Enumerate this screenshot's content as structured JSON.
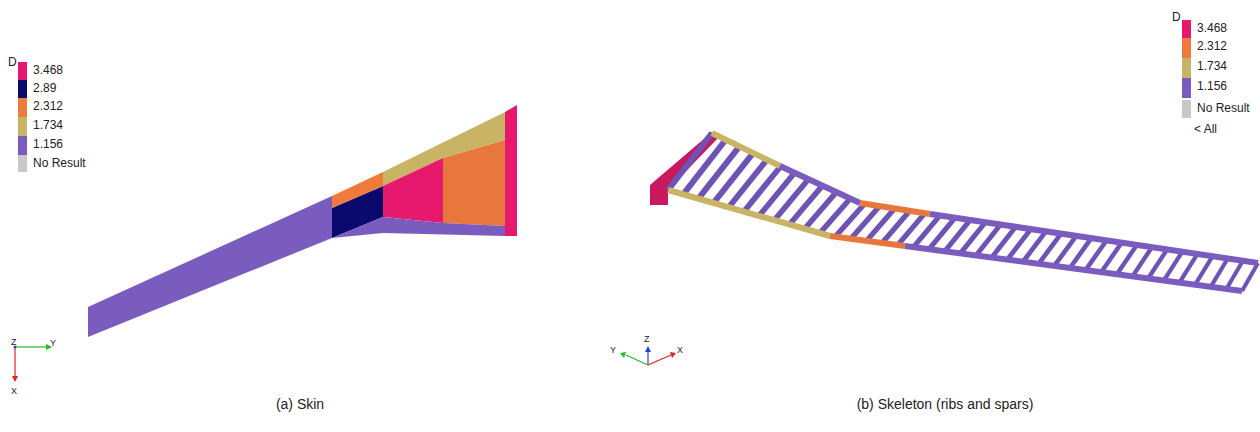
{
  "diagram": {
    "labels": [
      "D",
      "Z",
      "Y",
      "X",
      "(a) Skin",
      "D",
      "< All",
      "Y",
      "Z",
      "X",
      "(b) Skeleton (ribs and spars)"
    ],
    "legend": [
      {
        "text": "3.468",
        "color": "#e6196e"
      },
      {
        "text": "2.89",
        "color": "#0a0a6e"
      },
      {
        "text": "2.312",
        "color": "#f07a3c"
      },
      {
        "text": "1.734",
        "color": "#c8b464"
      },
      {
        "text": "1.156",
        "color": "#7a5cbf"
      },
      {
        "text": "No Result",
        "color": "#c8c8c8"
      },
      {
        "text": "3.468",
        "color": "#e6196e"
      },
      {
        "text": "2.312",
        "color": "#f07a3c"
      },
      {
        "text": "1.734",
        "color": "#c8b464"
      },
      {
        "text": "1.156",
        "color": "#7a5cbf"
      },
      {
        "text": "No Result",
        "color": "#c8c8c8"
      }
    ]
  }
}
